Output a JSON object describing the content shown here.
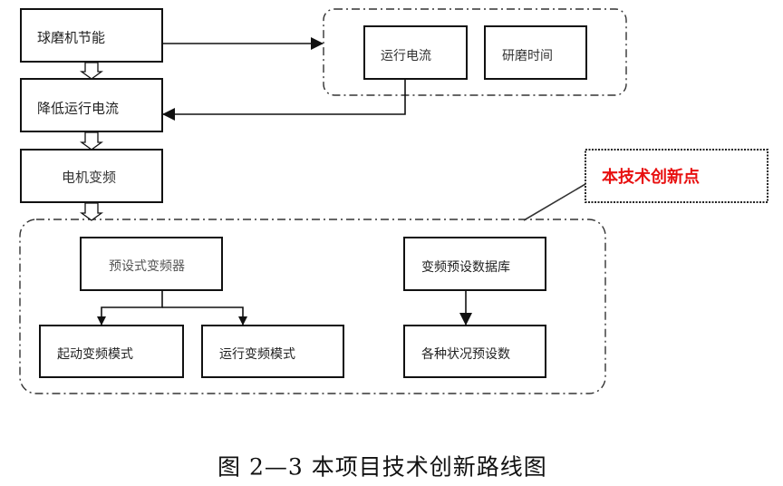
{
  "diagram": {
    "left_chain": {
      "step1": "球磨机节能",
      "step2": "降低运行电流",
      "step3": "电机变频"
    },
    "top_group": {
      "item1": "运行电流",
      "item2": "研磨时间"
    },
    "bottom_group": {
      "preset_inverter": "预设式变频器",
      "start_mode": "起动变频模式",
      "run_mode": "运行变频模式",
      "database": "变频预设数据库",
      "presets": "各种状况预设数"
    },
    "callout": {
      "text": "本技术创新点",
      "color": "#e81010"
    }
  },
  "caption": "图 2—3  本项目技术创新路线图"
}
